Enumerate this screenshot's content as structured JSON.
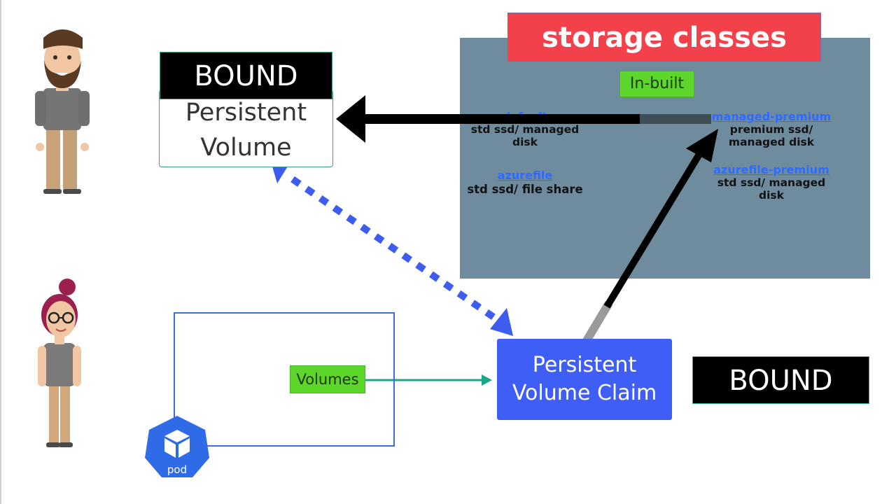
{
  "storage_classes": {
    "title": "storage classes",
    "inbuilt_label": "In-built",
    "items": [
      {
        "name": "default",
        "desc_line1": "std ssd/ managed",
        "desc_line2": "disk"
      },
      {
        "name": "managed-premium",
        "desc_line1": "premium ssd/",
        "desc_line2": "managed disk"
      },
      {
        "name": "azurefile",
        "desc_line1": "std ssd/ file share",
        "desc_line2": ""
      },
      {
        "name": "azurefile-premium",
        "desc_line1": "std ssd/ managed",
        "desc_line2": "disk"
      }
    ]
  },
  "persistent_volume": {
    "status": "BOUND",
    "line1": "Persistent",
    "line2": "Volume"
  },
  "pvc": {
    "status": "BOUND",
    "line1": "Persistent",
    "line2": "Volume Claim"
  },
  "pod": {
    "volumes_label": "Volumes",
    "icon_label": "pod"
  },
  "colors": {
    "panel": "#6e8c9e",
    "title_bg": "#f2414a",
    "green_tag": "#5cd62b",
    "pvc_blue": "#3f5ef5",
    "dotted_arrow": "#3d5cf0",
    "teal_arrow": "#17a88a"
  }
}
